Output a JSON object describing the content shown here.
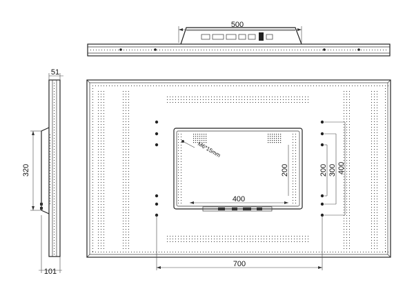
{
  "dimensions": {
    "top_width": "500",
    "side_depth_top": "51",
    "side_height": "320",
    "side_depth_bottom": "101",
    "bracket_width": "400",
    "bracket_height": "200",
    "right_200": "200",
    "right_300": "300",
    "right_400": "400",
    "bottom_width": "700",
    "screw_spec": "M6*15mm"
  }
}
